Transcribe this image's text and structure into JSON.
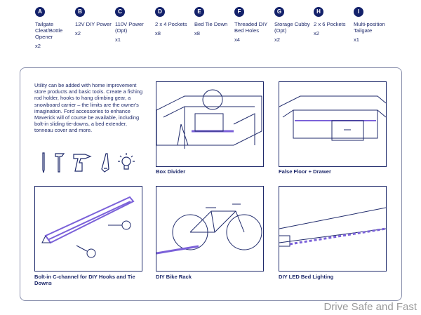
{
  "features": [
    {
      "letter": "A",
      "label": "Tailgate Cleat/Bottle Opener",
      "qty": "x2"
    },
    {
      "letter": "B",
      "label": "12V DIY Power",
      "qty": "x2"
    },
    {
      "letter": "C",
      "label": "110V Power (Opt)",
      "qty": "x1"
    },
    {
      "letter": "D",
      "label": "2 x 4 Pockets",
      "qty": "x8"
    },
    {
      "letter": "E",
      "label": "Bed Tie Down",
      "qty": "x8"
    },
    {
      "letter": "F",
      "label": "Threaded DIY Bed Holes",
      "qty": "x4"
    },
    {
      "letter": "G",
      "label": "Storage Cubby (Opt)",
      "qty": "x2"
    },
    {
      "letter": "H",
      "label": "2 x 6 Pockets",
      "qty": "x2"
    },
    {
      "letter": "I",
      "label": "Multi-position Tailgate",
      "qty": "x1"
    }
  ],
  "intro": "Utility can be added with home improvement store products and basic tools. Create a fishing rod holder, hooks to hang climbing gear, a snowboard carrier – the limits are the owner's imagination. Ford accessories to enhance Maverick will of course be available, including bolt-in sliding tie-downs, a bed extender, tonneau cover and more.",
  "tools": [
    "pencil-icon",
    "hammer-icon",
    "drill-icon",
    "saw-icon",
    "lightbulb-icon"
  ],
  "illustrations": [
    {
      "caption": "Box Divider"
    },
    {
      "caption": "False Floor + Drawer"
    },
    {
      "caption": "Bolt-in C-channel for DIY Hooks and Tie Downs"
    },
    {
      "caption": "DIY Bike Rack"
    },
    {
      "caption": "DIY LED Bed Lighting"
    }
  ],
  "watermark": "Drive Safe and Fast",
  "colors": {
    "navy": "#13216a",
    "accent": "#7b61d9"
  }
}
